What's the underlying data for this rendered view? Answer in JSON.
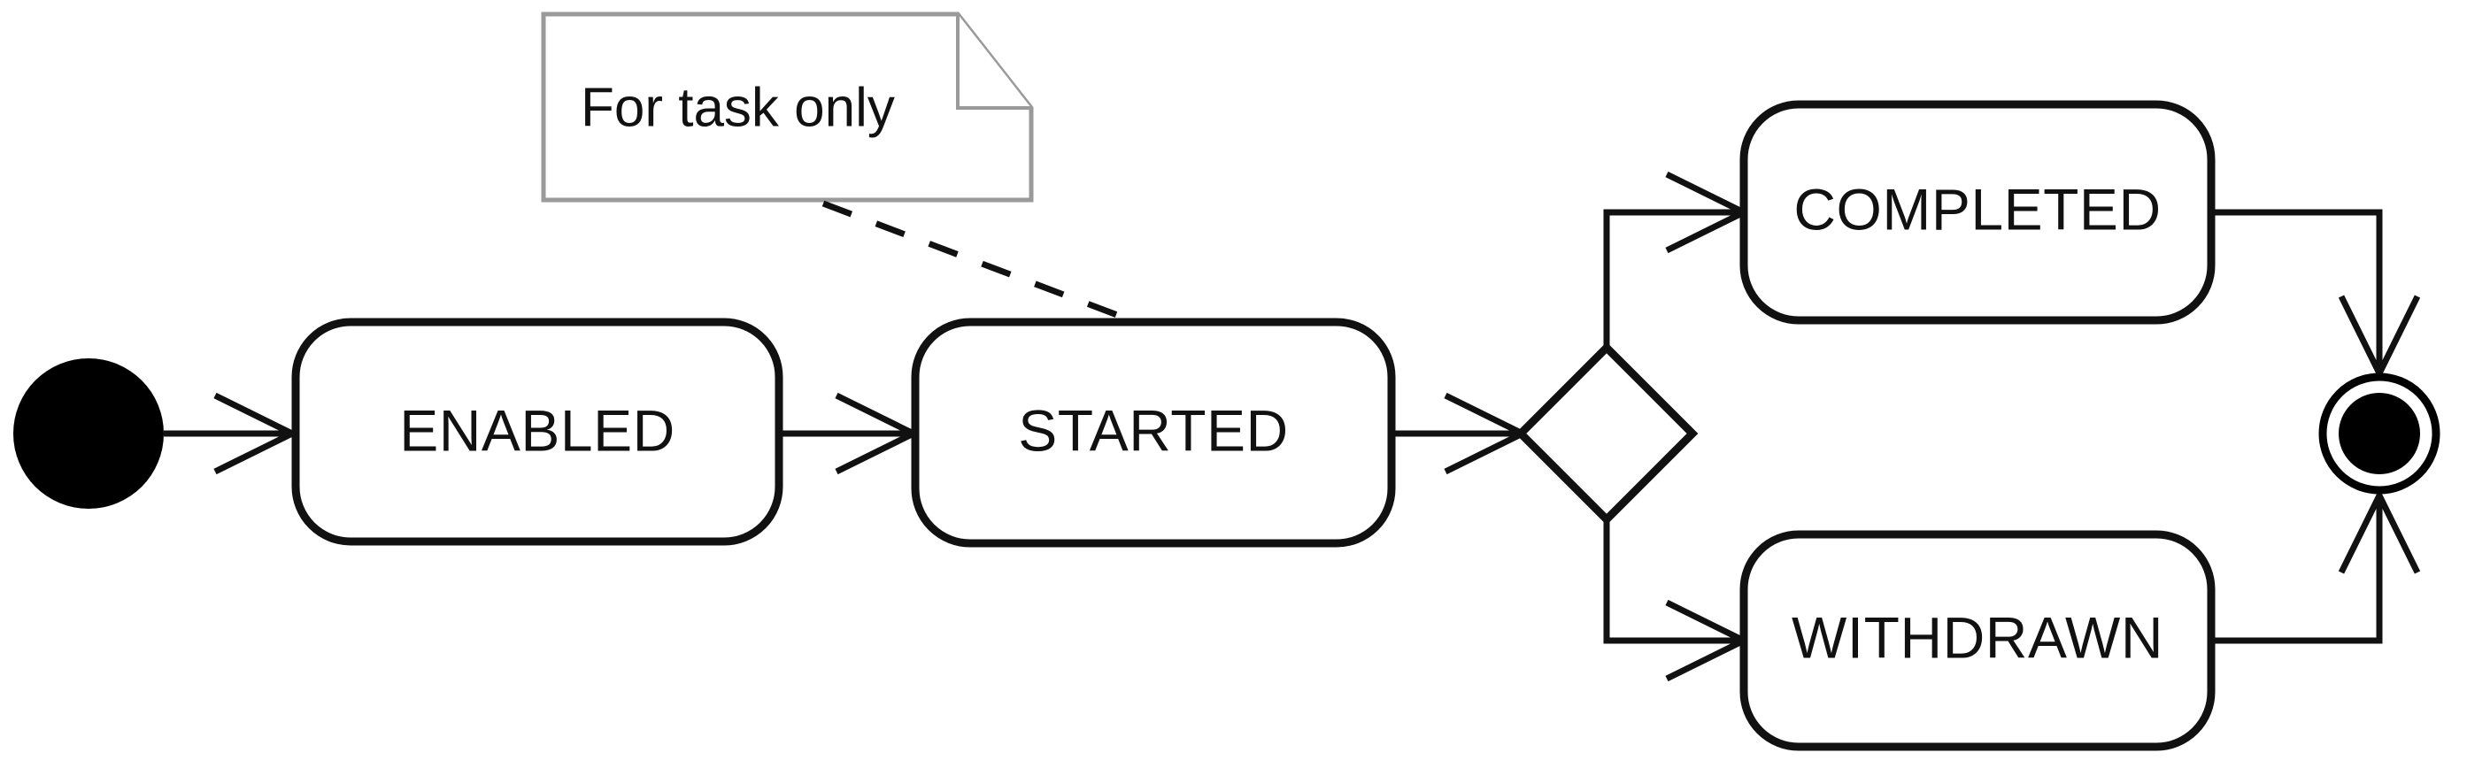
{
  "diagram": {
    "type": "uml-state-machine",
    "title": "Task lifecycle state diagram",
    "background_color": "#ffffff",
    "stroke_color": "#111111",
    "note_stroke_color": "#9a9a9a",
    "nodes": {
      "initial": {
        "name": "initial-state",
        "kind": "initial-pseudostate",
        "label": ""
      },
      "enabled": {
        "name": "enabled-state",
        "kind": "state",
        "label": "ENABLED"
      },
      "started": {
        "name": "started-state",
        "kind": "state",
        "label": "STARTED"
      },
      "decision": {
        "name": "decision-node",
        "kind": "choice",
        "label": ""
      },
      "completed": {
        "name": "completed-state",
        "kind": "state",
        "label": "COMPLETED"
      },
      "withdrawn": {
        "name": "withdrawn-state",
        "kind": "state",
        "label": "WITHDRAWN"
      },
      "final": {
        "name": "final-state",
        "kind": "final-state",
        "label": ""
      }
    },
    "note": {
      "text": "For task only",
      "attached_to": "STARTED",
      "link_style": "dashed"
    },
    "transitions": [
      {
        "from": "initial",
        "to": "ENABLED",
        "label": ""
      },
      {
        "from": "ENABLED",
        "to": "STARTED",
        "label": ""
      },
      {
        "from": "STARTED",
        "to": "decision",
        "label": ""
      },
      {
        "from": "decision",
        "to": "COMPLETED",
        "label": ""
      },
      {
        "from": "decision",
        "to": "WITHDRAWN",
        "label": ""
      },
      {
        "from": "COMPLETED",
        "to": "final",
        "label": ""
      },
      {
        "from": "WITHDRAWN",
        "to": "final",
        "label": ""
      }
    ]
  }
}
